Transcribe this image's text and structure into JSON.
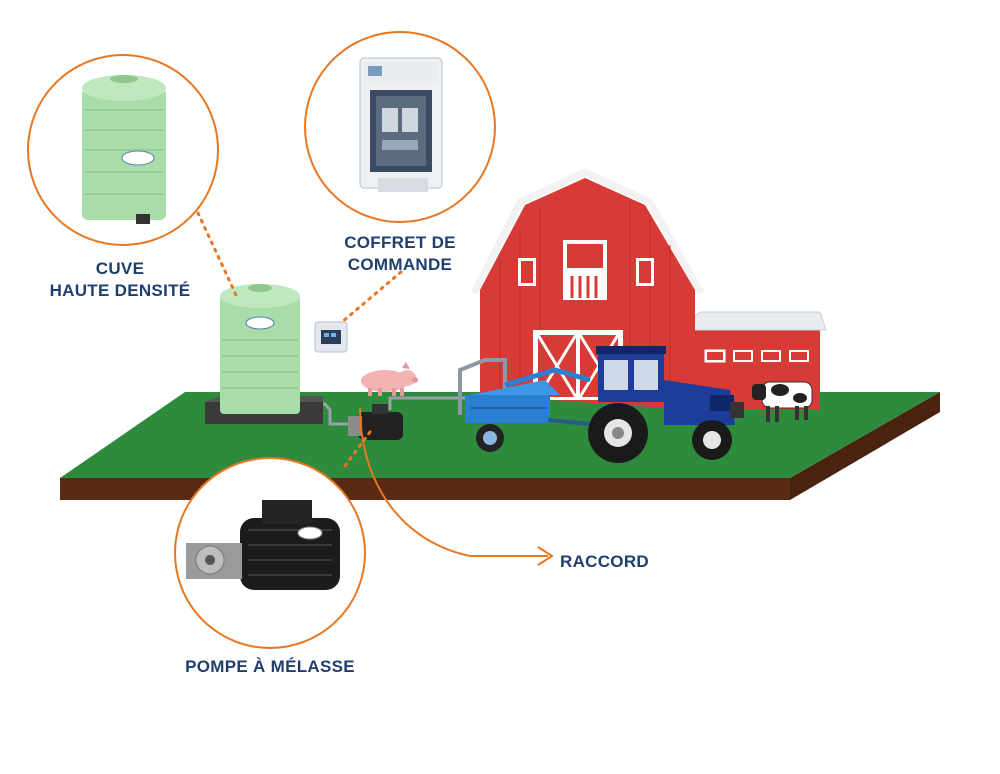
{
  "labels": {
    "cuve_line1": "CUVE",
    "cuve_line2": "HAUTE DENSITÉ",
    "coffret_line1": "COFFRET DE",
    "coffret_line2": "COMMANDE",
    "raccord": "RACCORD",
    "pompe": "POMPE À MÉLASSE"
  },
  "colors": {
    "accent_orange": "#e87722",
    "label_navy": "#1f3f6e",
    "grass": "#2e8a3c",
    "soil": "#5a2a14",
    "barn_red": "#d83a36",
    "tank_green": "#a8dca8",
    "tractor_blue": "#1e3c9a",
    "sprayer_blue": "#2a7fd0"
  },
  "icons": [
    "tank-icon",
    "control-box-icon",
    "pump-motor-icon",
    "barn-icon",
    "tractor-icon",
    "sprayer-icon",
    "pig-icon",
    "cow-icon"
  ]
}
